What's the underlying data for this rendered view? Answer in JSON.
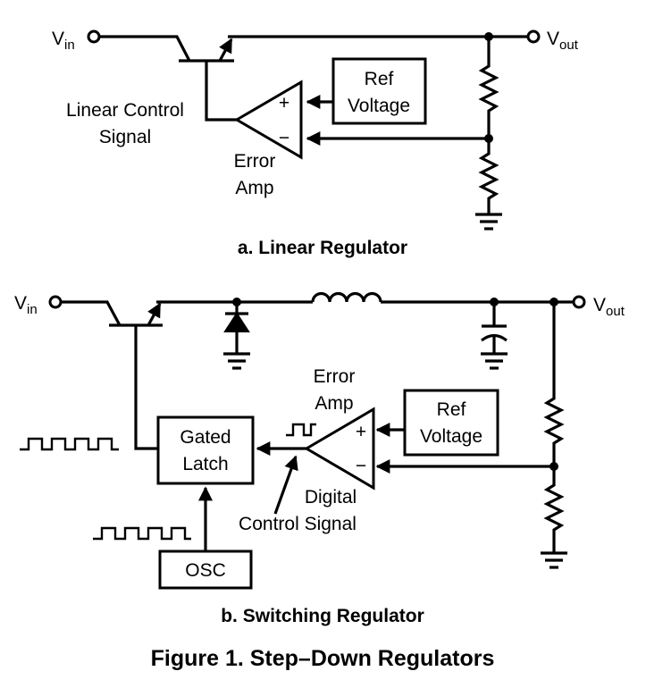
{
  "linear": {
    "vin_main": "V",
    "vin_sub": "in",
    "vout_main": "V",
    "vout_sub": "out",
    "ref_line1": "Ref",
    "ref_line2": "Voltage",
    "ctrl_line1": "Linear Control",
    "ctrl_line2": "Signal",
    "amp_line1": "Error",
    "amp_line2": "Amp",
    "plus": "+",
    "minus": "−",
    "caption": "a. Linear Regulator"
  },
  "switching": {
    "vin_main": "V",
    "vin_sub": "in",
    "vout_main": "V",
    "vout_sub": "out",
    "ref_line1": "Ref",
    "ref_line2": "Voltage",
    "amp_line1": "Error",
    "amp_line2": "Amp",
    "latch_line1": "Gated",
    "latch_line2": "Latch",
    "osc": "OSC",
    "digital_line1": "Digital",
    "digital_line2": "Control Signal",
    "plus": "+",
    "minus": "−",
    "caption": "b. Switching Regulator"
  },
  "figure_title": "Figure 1. Step–Down Regulators"
}
